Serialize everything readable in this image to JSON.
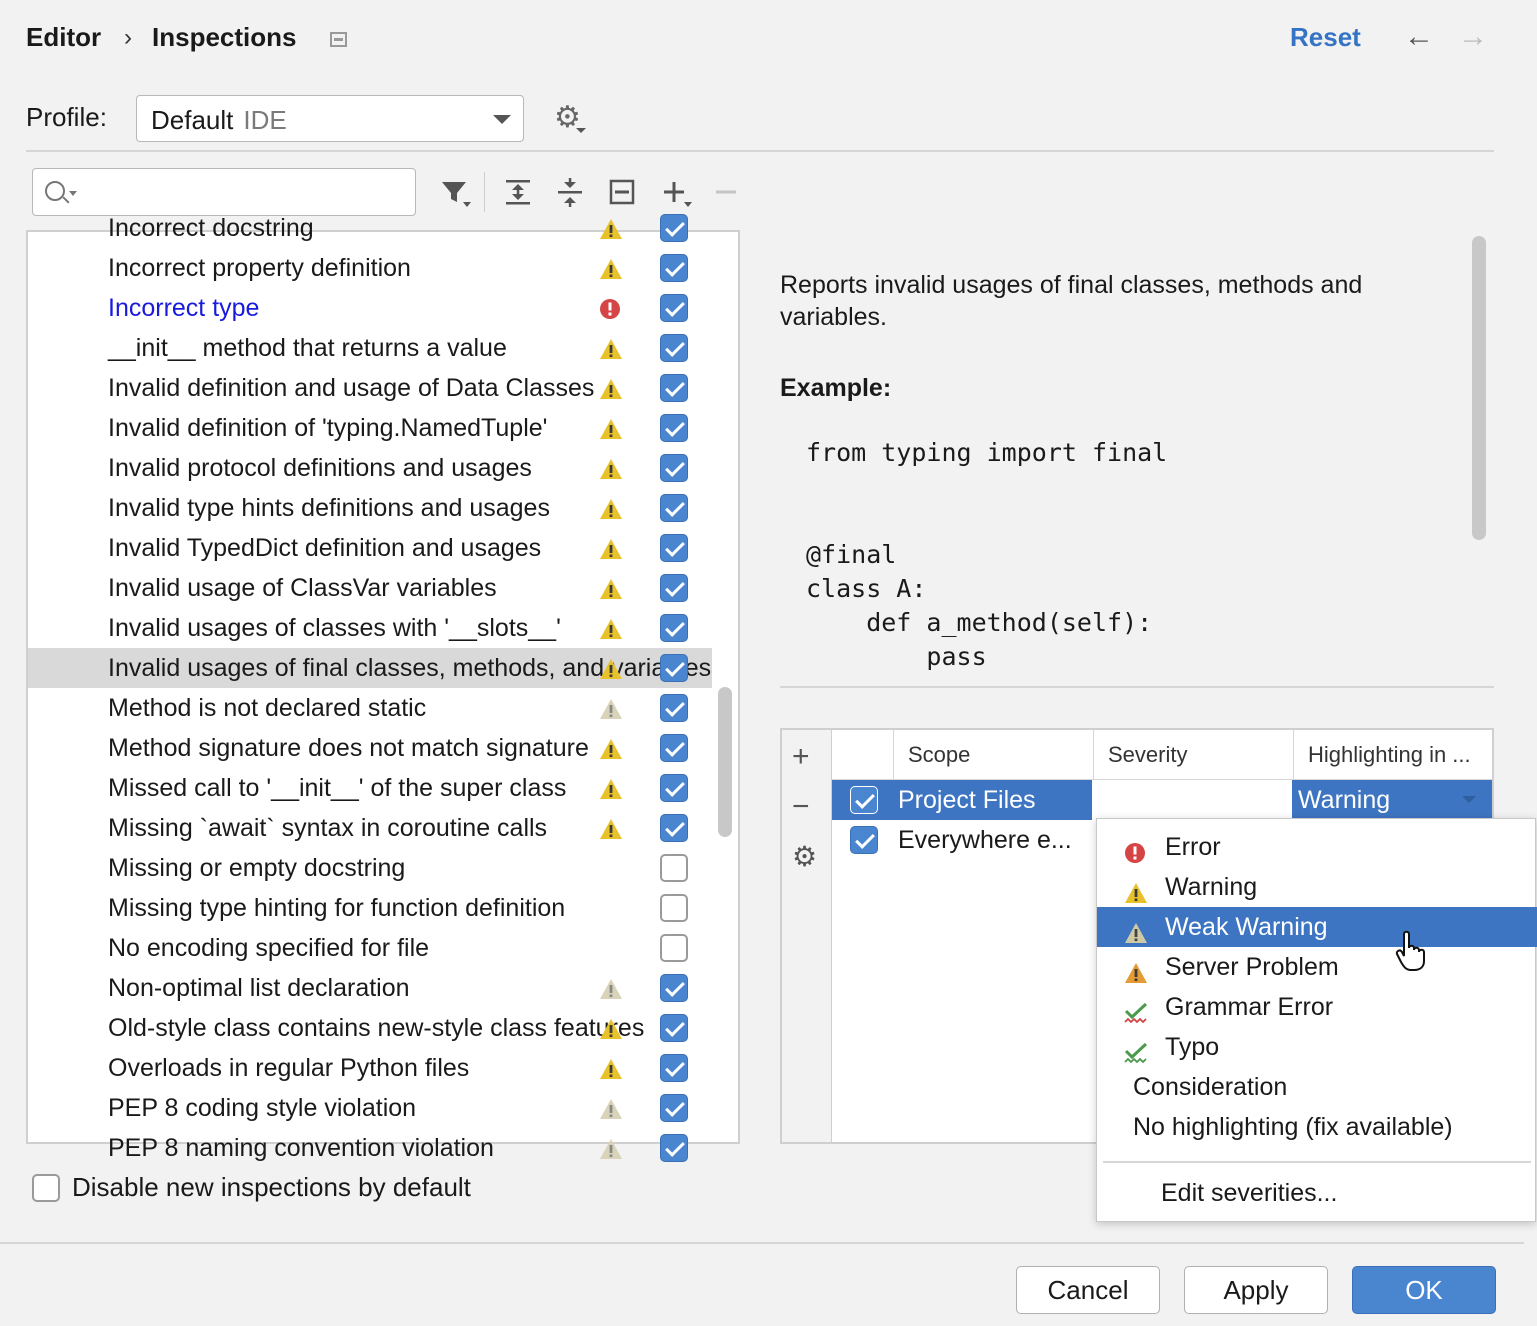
{
  "breadcrumb": {
    "parent": "Editor",
    "separator": "›",
    "current": "Inspections"
  },
  "header": {
    "reset_label": "Reset",
    "back_icon": "←",
    "forward_icon": "→"
  },
  "profile": {
    "label": "Profile:",
    "value": "Default",
    "sub": "IDE"
  },
  "search": {
    "placeholder": ""
  },
  "inspections": [
    {
      "name": "Incorrect docstring",
      "severity": "warning",
      "checked": true
    },
    {
      "name": "Incorrect property definition",
      "severity": "warning",
      "checked": true
    },
    {
      "name": "Incorrect type",
      "severity": "error",
      "checked": true,
      "link": true
    },
    {
      "name": "__init__ method that returns a value",
      "severity": "warning",
      "checked": true
    },
    {
      "name": "Invalid definition and usage of Data Classes",
      "severity": "warning",
      "checked": true
    },
    {
      "name": "Invalid definition of 'typing.NamedTuple'",
      "severity": "warning",
      "checked": true
    },
    {
      "name": "Invalid protocol definitions and usages",
      "severity": "warning",
      "checked": true
    },
    {
      "name": "Invalid type hints definitions and usages",
      "severity": "warning",
      "checked": true
    },
    {
      "name": "Invalid TypedDict definition and usages",
      "severity": "warning",
      "checked": true
    },
    {
      "name": "Invalid usage of ClassVar variables",
      "severity": "warning",
      "checked": true
    },
    {
      "name": "Invalid usages of classes with  '__slots__'",
      "severity": "warning",
      "checked": true
    },
    {
      "name": "Invalid usages of final classes, methods, and variables",
      "severity": "warning",
      "checked": true,
      "selected": true
    },
    {
      "name": "Method is not declared static",
      "severity": "weak",
      "checked": true
    },
    {
      "name": "Method signature does not match signature",
      "severity": "warning",
      "checked": true
    },
    {
      "name": "Missed call to '__init__' of the super class",
      "severity": "warning",
      "checked": true
    },
    {
      "name": "Missing `await` syntax in coroutine calls",
      "severity": "warning",
      "checked": true
    },
    {
      "name": "Missing or empty docstring",
      "severity": "none",
      "checked": false
    },
    {
      "name": "Missing type hinting for function definition",
      "severity": "none",
      "checked": false
    },
    {
      "name": "No encoding specified for file",
      "severity": "none",
      "checked": false
    },
    {
      "name": "Non-optimal list declaration",
      "severity": "weak",
      "checked": true
    },
    {
      "name": "Old-style class contains new-style class features",
      "severity": "warning",
      "checked": true
    },
    {
      "name": "Overloads in regular Python files",
      "severity": "warning",
      "checked": true
    },
    {
      "name": "PEP 8 coding style violation",
      "severity": "weak",
      "checked": true
    },
    {
      "name": "PEP 8 naming convention violation",
      "severity": "weak",
      "checked": true
    }
  ],
  "description": {
    "text": "Reports invalid usages of final classes, methods and variables.",
    "example_label": "Example:",
    "code": [
      "from typing import final",
      "",
      "",
      "@final",
      "class A:",
      "    def a_method(self):",
      "        pass"
    ]
  },
  "scope_table": {
    "headers": {
      "scope": "Scope",
      "severity": "Severity",
      "highlighting": "Highlighting in ..."
    },
    "rows": [
      {
        "scope": "Project Files",
        "highlighting": "Warning",
        "checked": true,
        "selected": true
      },
      {
        "scope": "Everywhere e...",
        "highlighting": "",
        "checked": true,
        "selected": false
      }
    ]
  },
  "highlight_menu": {
    "items": [
      {
        "label": "Error",
        "icon": "error"
      },
      {
        "label": "Warning",
        "icon": "warning"
      },
      {
        "label": "Weak Warning",
        "icon": "weak",
        "highlighted": true
      },
      {
        "label": "Server Problem",
        "icon": "server"
      },
      {
        "label": "Grammar Error",
        "icon": "grammar"
      },
      {
        "label": "Typo",
        "icon": "typo"
      },
      {
        "label": "Consideration",
        "icon": ""
      },
      {
        "label": "No highlighting (fix available)",
        "icon": ""
      }
    ],
    "edit_label": "Edit severities..."
  },
  "disable_new": {
    "label": "Disable new inspections by default",
    "checked": false
  },
  "buttons": {
    "cancel": "Cancel",
    "apply": "Apply",
    "ok": "OK"
  },
  "colors": {
    "accent": "#3d75c2",
    "link": "#1a1add",
    "warning": "#e8c22a",
    "error": "#d64545"
  }
}
